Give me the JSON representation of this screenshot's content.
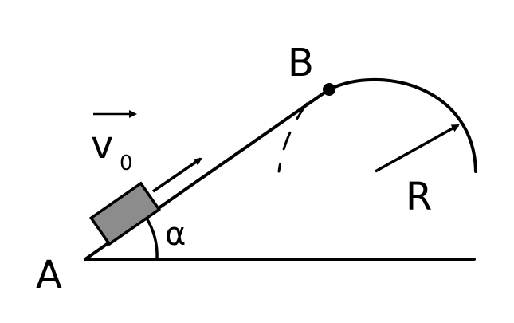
{
  "labels": {
    "point_a": "A",
    "point_b": "B",
    "radius": "R",
    "angle": "α",
    "velocity_main": "v",
    "velocity_sub": "0"
  },
  "colors": {
    "stroke": "#000000",
    "block_fill": "#8c8c8c",
    "background": "#ffffff"
  }
}
